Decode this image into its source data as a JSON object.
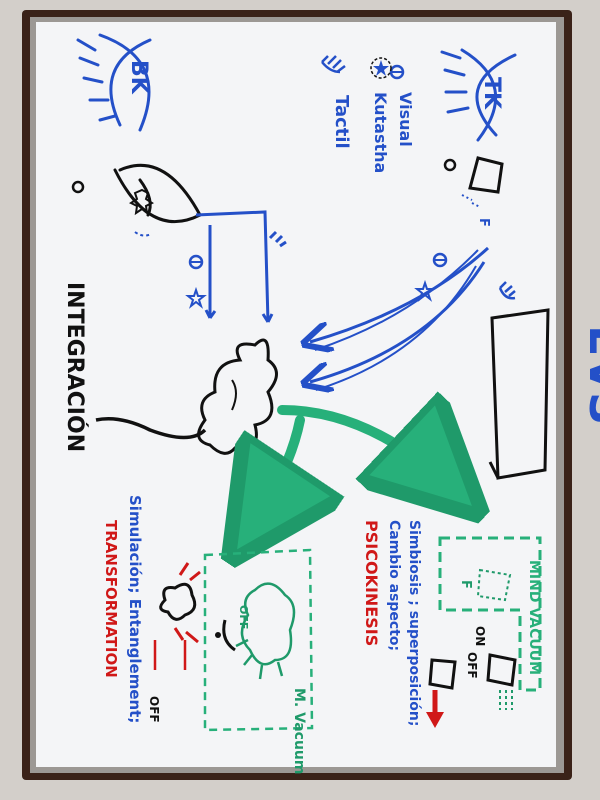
{
  "board": {
    "frame_color": "#3a2218",
    "surface_color": "#f3f4f6",
    "ink": {
      "blue": "#2450c8",
      "black": "#111111",
      "green": "#1f9a6a",
      "red": "#d01818",
      "blue_dark": "#1f3fa0"
    }
  },
  "labels": {
    "tk": "TK",
    "bk": "BK",
    "visual": "Visual",
    "kutastha": "Kutastha",
    "tactil": "Tactil",
    "integracion": "INTEGRACIÓN",
    "evs": "EVS",
    "simbiosis": "Simbiosis ; superposición;",
    "cambio": "Cambio aspecto;",
    "psicokinesis": "PSICOKINESIS",
    "mind_vacuum": "MIND VACUUM",
    "simulacion": "Simulación; Entanglement;",
    "transformation": "TRANSFORMATION",
    "m_vacuum": "M. Vacuum",
    "off": "OFF",
    "on": "ON",
    "f": "F",
    "o": "O"
  }
}
